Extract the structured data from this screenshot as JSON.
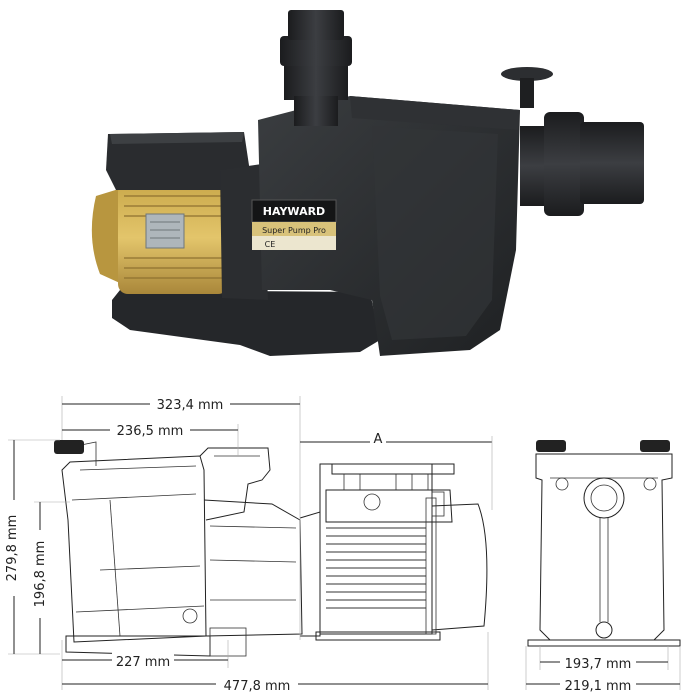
{
  "product": {
    "brand_plate": "HAYWARD",
    "model_plate": "Super Pump Pro",
    "cert_mark": "CE"
  },
  "dimensions": {
    "overall_height": "279,8 mm",
    "suction_height": "196,8 mm",
    "top_length": "323,4 mm",
    "mid_length": "236,5 mm",
    "motor_length_label": "A",
    "base_length": "227 mm",
    "total_length": "477,8 mm",
    "end_width_inner": "193,7 mm",
    "end_width_outer": "219,1 mm"
  }
}
